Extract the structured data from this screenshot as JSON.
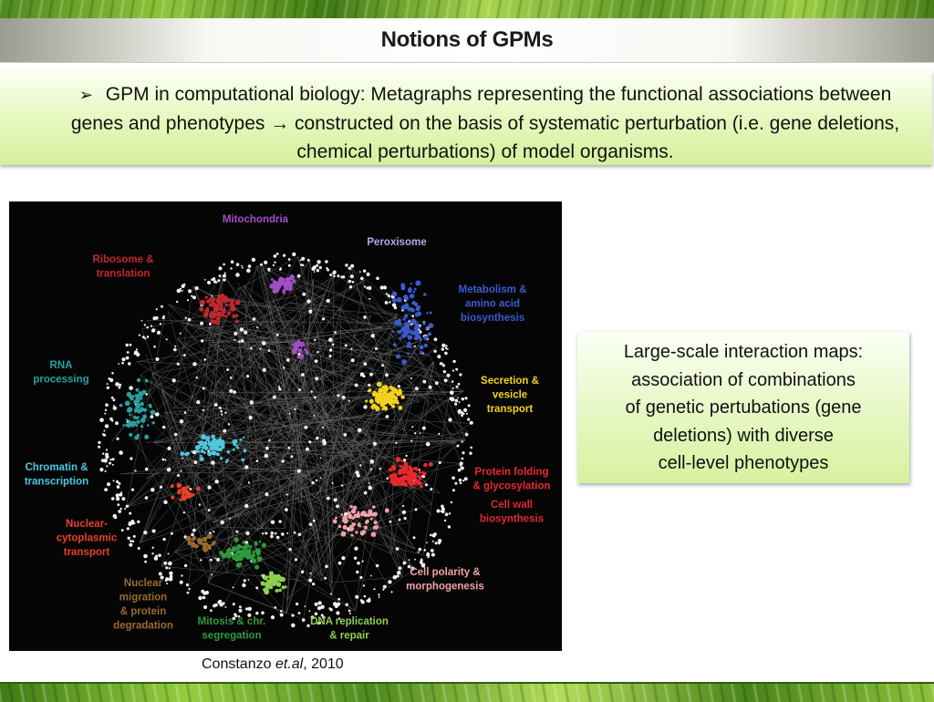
{
  "slide": {
    "title": "Notions of GPMs",
    "bullet": {
      "marker": "➢",
      "text": "GPM in computational biology: Metagraphs representing the functional associations between genes and phenotypes → constructed on the basis of systematic perturbation (i.e. gene deletions, chemical perturbations) of model organisms."
    },
    "side_box": {
      "lines": [
        "Large-scale interaction maps:",
        "association of combinations",
        "of genetic pertubations (gene",
        "deletions) with diverse",
        "cell-level phenotypes"
      ]
    },
    "caption": {
      "author": "Constanzo ",
      "etal": "et.al",
      "year": ", 2010"
    }
  },
  "network_image": {
    "labels": {
      "mitochondria": [
        "Mitochondria"
      ],
      "peroxisome": [
        "Peroxisome"
      ],
      "ribosome": [
        "Ribosome &",
        "translation"
      ],
      "metabolism": [
        "Metabolism &",
        "amino acid",
        "biosynthesis"
      ],
      "rna": [
        "RNA",
        "processing"
      ],
      "secretion": [
        "Secretion &",
        "vesicle",
        "transport"
      ],
      "chromatin": [
        "Chromatin &",
        "transcription"
      ],
      "protein_folding": [
        "Protein folding",
        "& glycosylation"
      ],
      "cell_wall": [
        "Cell wall",
        "biosynthesis"
      ],
      "nuclear_cyto": [
        "Nuclear-",
        "cytoplasmic",
        "transport"
      ],
      "cell_polarity": [
        "Cell polarity &",
        "morphogenesis"
      ],
      "nuclear_migration": [
        "Nuclear",
        "migration",
        "& protein",
        "degradation"
      ],
      "mitosis": [
        "Mitosis & chr.",
        "segregation"
      ],
      "dna": [
        "DNA replication",
        "& repair"
      ]
    },
    "colors": {
      "mitochondria": "#a04fc8",
      "peroxisome": "#b9a6e8",
      "ribosome": "#c0282e",
      "metabolism": "#3a5bd0",
      "rna": "#2aa0a0",
      "secretion": "#f4d21b",
      "chromatin": "#4fc8e0",
      "protein_folding": "#e8282a",
      "cell_wall": "#e02a2a",
      "nuclear_cyto": "#e8402a",
      "cell_polarity": "#f2a0a8",
      "nuclear_migration": "#9a6a2e",
      "mitosis": "#2e9a3e",
      "dna": "#8fd050"
    }
  }
}
